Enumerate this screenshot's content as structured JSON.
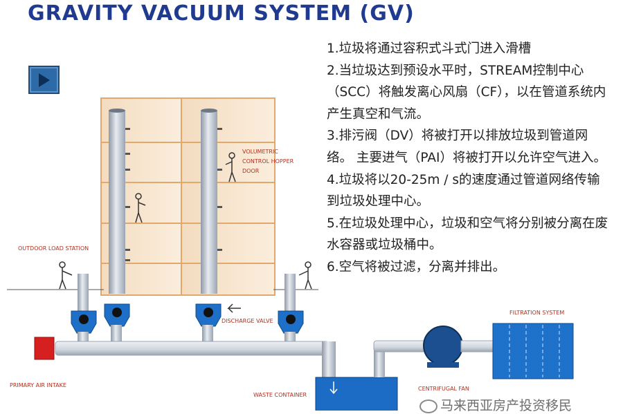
{
  "title": "GRAVITY VACUUM SYSTEM (GV)",
  "play_icon": "play-icon",
  "steps": [
    "1.垃圾将通过容积式斗式门进入滑槽",
    "2.当垃圾达到预设水平时，STREAM控制中心（SCC）将触发离心风扇（CF），以在管道系统内产生真空和气流。",
    "3.排污阀（DV）将被打开以排放垃圾到管道网络。 主要进气（PAI）将被打开以允许空气进入。",
    "4.垃圾将以20-25m / s的速度通过管道网络传输到垃圾处理中心。",
    "5.在垃圾处理中心，垃圾和空气将分别被分离在废水容器或垃圾桶中。",
    "6.空气将被过滤，分离并排出。"
  ],
  "labels": {
    "volumetric_1": "VOLUMETRIC",
    "volumetric_2": "CONTROL HOPPER",
    "volumetric_3": "DOOR",
    "outdoor": "OUTDOOR LOAD STATION",
    "discharge": "DISCHARGE VALVE",
    "filtration": "FILTRATION SYSTEM",
    "primary_air": "PRIMARY AIR INTAKE",
    "centrifugal": "CENTRIFUGAL FAN",
    "waste_container": "WASTE CONTAINER"
  },
  "watermark": "马来西亚房产投资移民",
  "colors": {
    "title": "#1f3a8f",
    "pipe": "#d9dde3",
    "valve": "#1e6fc7",
    "building": "#f6e3c9",
    "filter": "#1f72c9",
    "intake": "#d62020"
  }
}
